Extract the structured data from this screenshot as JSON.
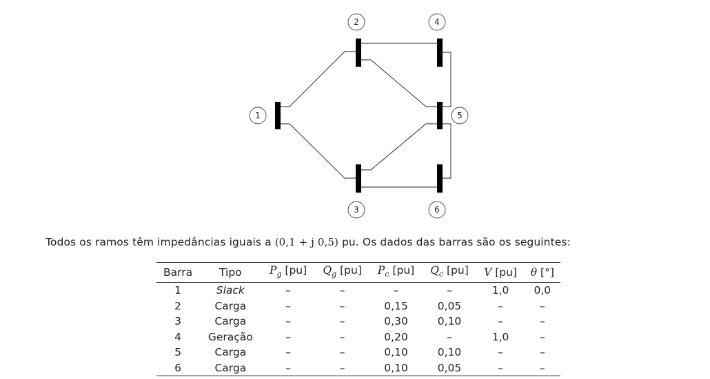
{
  "diagram": {
    "nodes": [
      {
        "id": "1",
        "label": "1"
      },
      {
        "id": "2",
        "label": "2"
      },
      {
        "id": "3",
        "label": "3"
      },
      {
        "id": "4",
        "label": "4"
      },
      {
        "id": "5",
        "label": "5"
      },
      {
        "id": "6",
        "label": "6"
      }
    ],
    "branches": [
      [
        "1",
        "2"
      ],
      [
        "1",
        "3"
      ],
      [
        "2",
        "4"
      ],
      [
        "2",
        "5"
      ],
      [
        "3",
        "5"
      ],
      [
        "3",
        "6"
      ],
      [
        "4",
        "5"
      ],
      [
        "5",
        "6"
      ]
    ]
  },
  "text": {
    "before": "Todos os ramos têm impedâncias iguais a ",
    "impedance": "(0,1 + j 0,5)",
    "after": " pu. Os dados das barras são os seguintes:"
  },
  "table": {
    "headers": [
      {
        "sym": "",
        "sub": "",
        "unit": "Barra"
      },
      {
        "sym": "",
        "sub": "",
        "unit": "Tipo"
      },
      {
        "sym": "P",
        "sub": "g",
        "unit": " [pu]"
      },
      {
        "sym": "Q",
        "sub": "g",
        "unit": " [pu]"
      },
      {
        "sym": "P",
        "sub": "c",
        "unit": " [pu]"
      },
      {
        "sym": "Q",
        "sub": "c",
        "unit": " [pu]"
      },
      {
        "sym": "V",
        "sub": "",
        "unit": " [pu]"
      },
      {
        "sym": "θ",
        "sub": "",
        "unit": " [°]"
      }
    ],
    "rows": [
      [
        "1",
        "Slack",
        "–",
        "–",
        "–",
        "–",
        "1,0",
        "0,0"
      ],
      [
        "2",
        "Carga",
        "–",
        "–",
        "0,15",
        "0,05",
        "–",
        "–"
      ],
      [
        "3",
        "Carga",
        "–",
        "–",
        "0,30",
        "0,10",
        "–",
        "–"
      ],
      [
        "4",
        "Geração",
        "–",
        "–",
        "0,20",
        "–",
        "1,0",
        "–"
      ],
      [
        "5",
        "Carga",
        "–",
        "–",
        "0,10",
        "0,10",
        "–",
        "–"
      ],
      [
        "6",
        "Carga",
        "–",
        "–",
        "0,10",
        "0,05",
        "–",
        "–"
      ]
    ]
  }
}
